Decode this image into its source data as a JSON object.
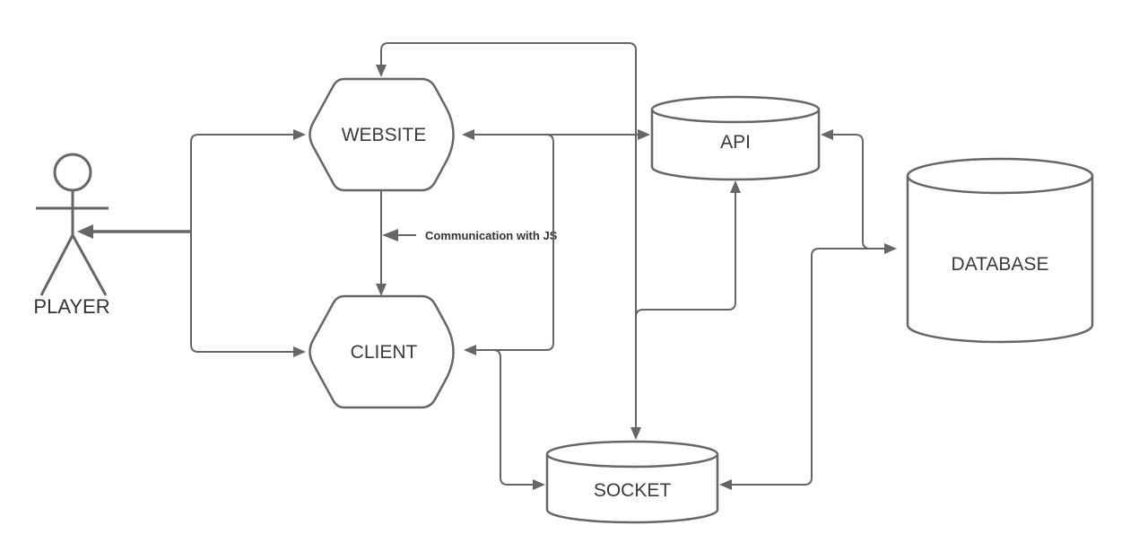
{
  "diagram": {
    "background_color": "#ffffff",
    "line_color": "#666666",
    "label_color": "#3a3a3a",
    "nodes": {
      "player": {
        "label": "PLAYER",
        "shape": "actor"
      },
      "website": {
        "label": "WEBSITE",
        "shape": "hexagon"
      },
      "client": {
        "label": "CLIENT",
        "shape": "hexagon"
      },
      "api": {
        "label": "API",
        "shape": "cylinder"
      },
      "database": {
        "label": "DATABASE",
        "shape": "cylinder"
      },
      "socket": {
        "label": "SOCKET",
        "shape": "cylinder"
      }
    },
    "edges": {
      "website_client": {
        "label": "Communication with JS"
      }
    }
  }
}
